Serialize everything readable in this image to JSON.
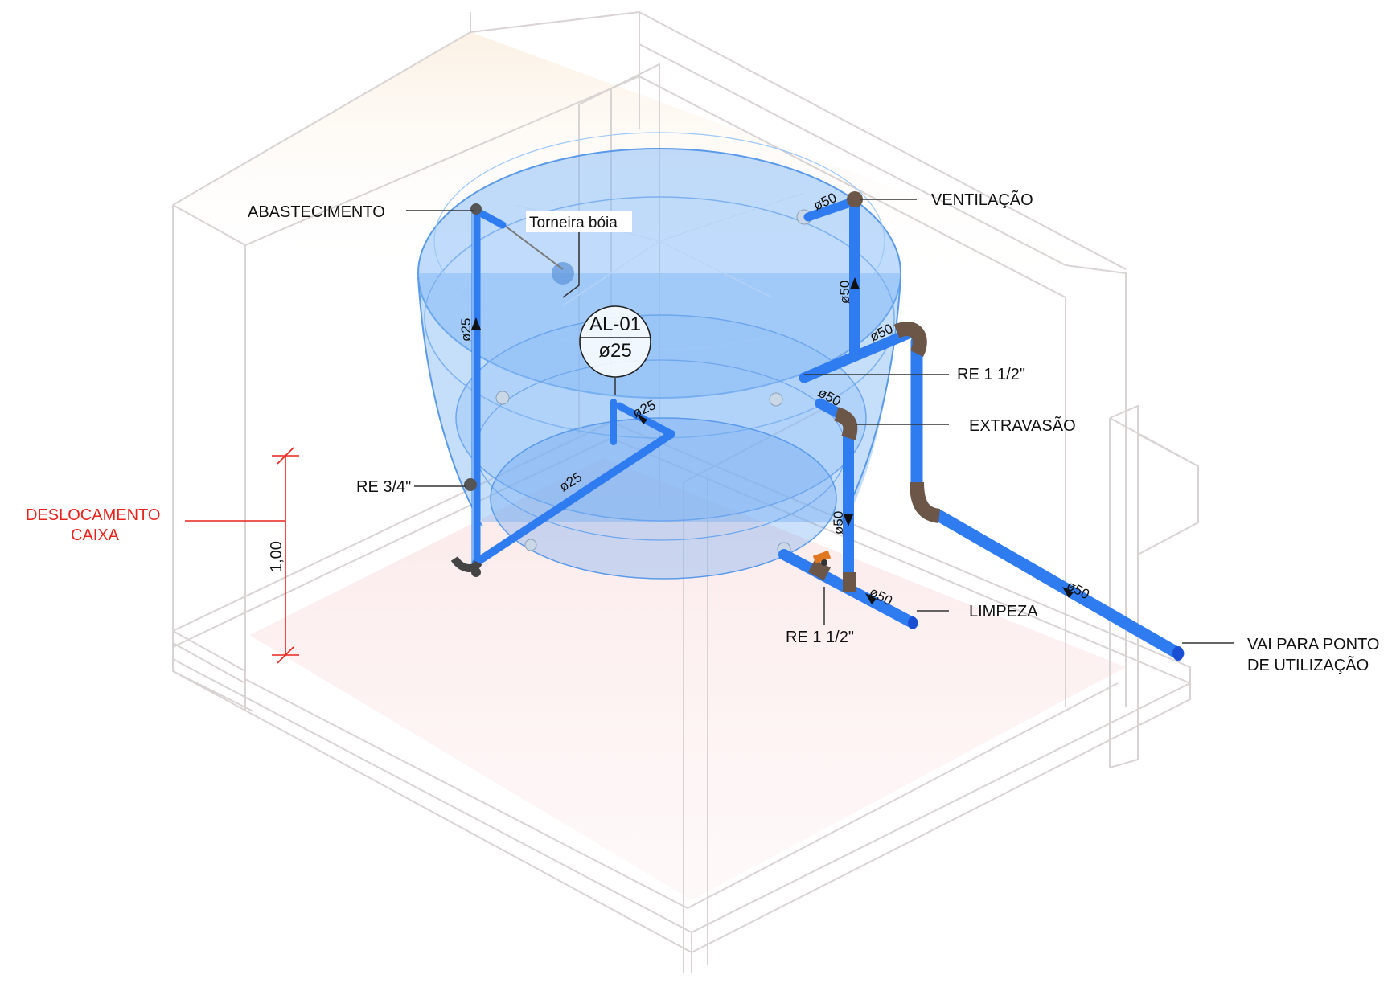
{
  "colors": {
    "pipe": "#2f7bf0",
    "pipe_dark": "#1a4fd4",
    "tank_fill": "#7fb5f5",
    "tank_edge": "#4f95e8",
    "fitting": "#6b5648",
    "valve_handle": "#e0761e",
    "wall_line": "#d8d2d2",
    "floor_tint": "#fbe9e9",
    "warm_tint": "#fcf1e4",
    "annotation_red": "#e8231c",
    "leader": "#333333"
  },
  "labels": {
    "abastecimento": "ABASTECIMENTO",
    "torneira_boia": "Torneira bóia",
    "ventilacao": "VENTILAÇÃO",
    "re_1_1_2_upper": "RE 1 1/2\"",
    "extravasao": "EXTRAVASÃO",
    "re_3_4": "RE 3/4\"",
    "limpeza": "LIMPEZA",
    "re_1_1_2_lower": "RE 1 1/2\"",
    "vai_para_line1": "VAI PARA PONTO",
    "vai_para_line2": "DE UTILIZAÇÃO",
    "deslocamento_line1": "DESLOCAMENTO",
    "deslocamento_line2": "CAIXA",
    "dimension": "1,00"
  },
  "bubble": {
    "code": "AL-01",
    "diameter": "ø25"
  },
  "pipe_diameters": {
    "supply_riser": "ø25",
    "inlet_short": "ø25",
    "supply_diagonal": "ø25",
    "vent_top": "ø50",
    "vent_riser": "ø50",
    "re_connection": "ø50",
    "overflow_top": "ø50",
    "overflow_riser": "ø50",
    "drain_horizontal": "ø50",
    "outlet_main": "ø50"
  }
}
